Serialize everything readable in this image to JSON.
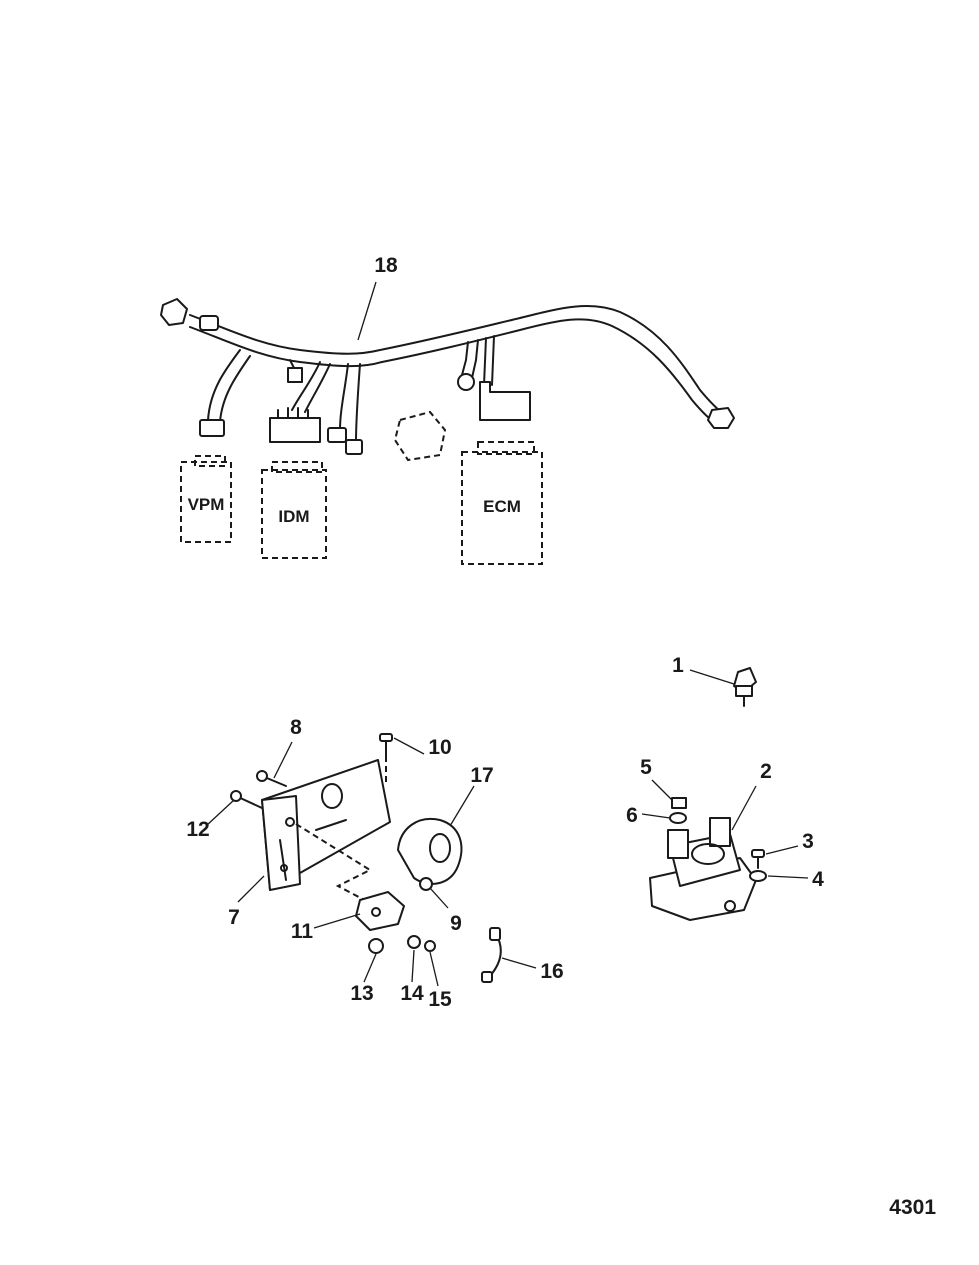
{
  "diagram": {
    "callouts": {
      "c1": "1",
      "c2": "2",
      "c3": "3",
      "c4": "4",
      "c5": "5",
      "c6": "6",
      "c7": "7",
      "c8": "8",
      "c9": "9",
      "c10": "10",
      "c11": "11",
      "c12": "12",
      "c13": "13",
      "c14": "14",
      "c15": "15",
      "c16": "16",
      "c17": "17",
      "c18": "18"
    },
    "modules": {
      "vpm": "VPM",
      "idm": "IDM",
      "ecm": "ECM"
    },
    "figure_number": "4301"
  }
}
